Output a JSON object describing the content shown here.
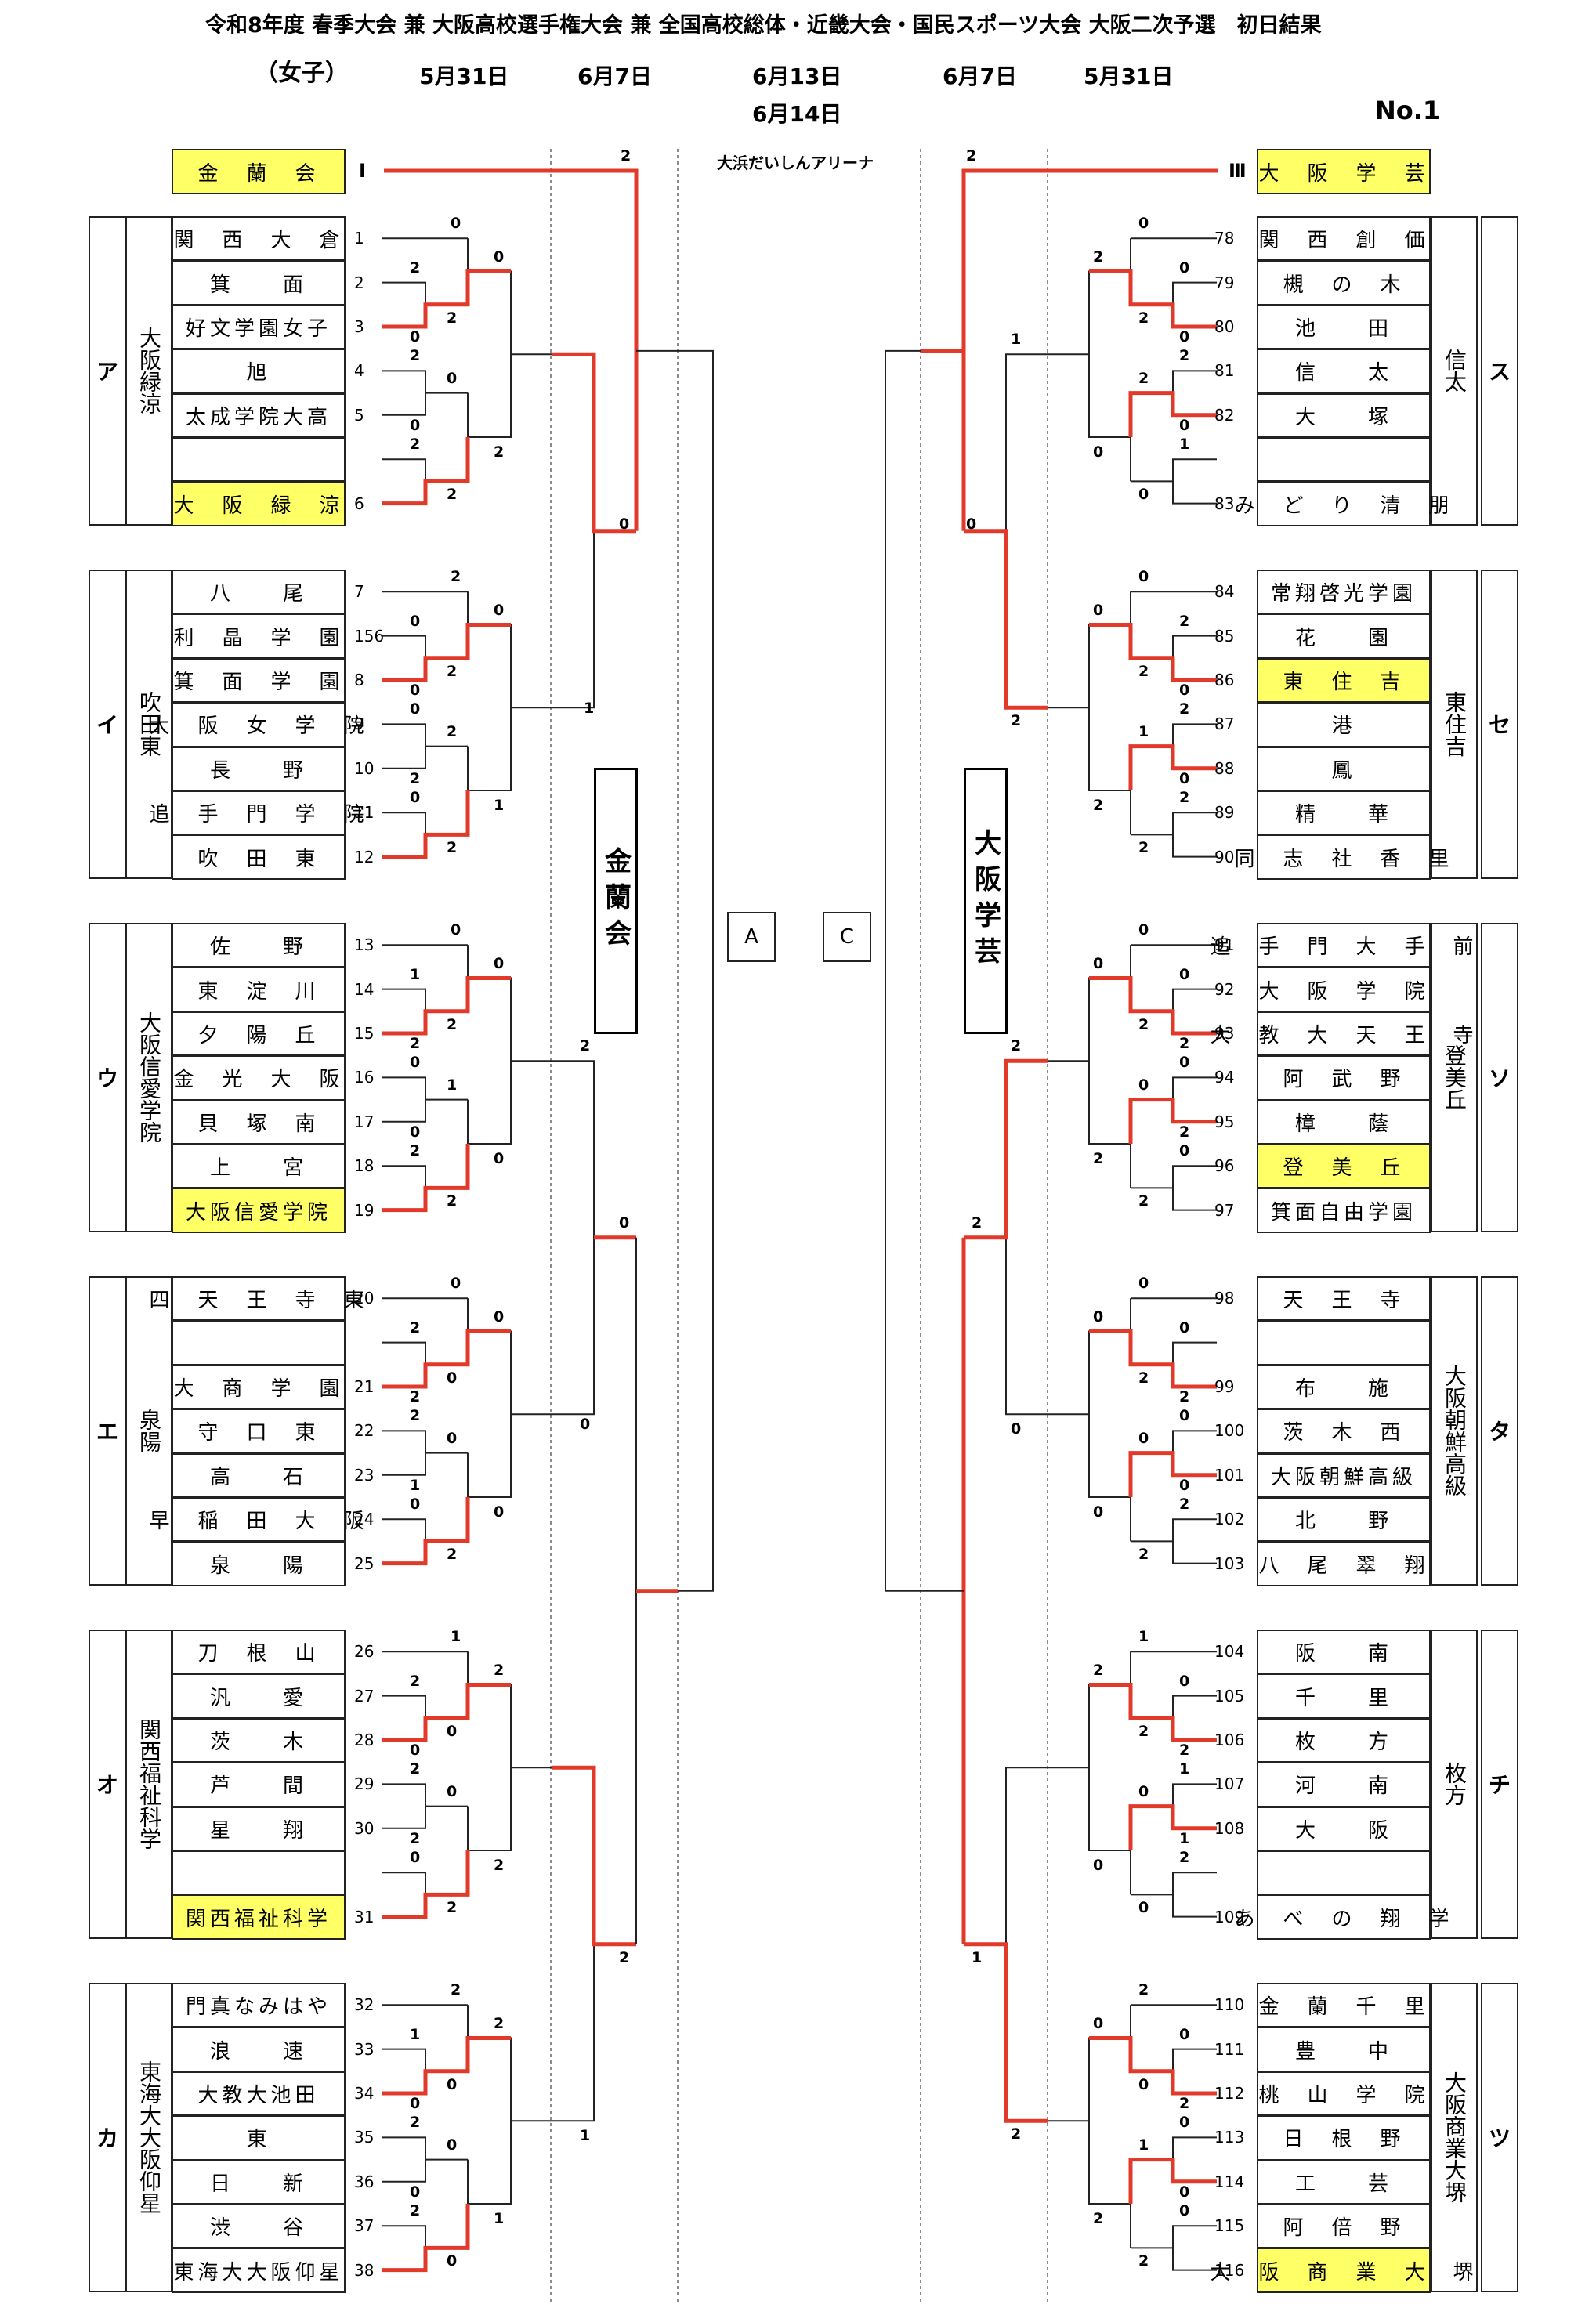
{
  "header": {
    "title": "令和8年度 春季大会 兼 大阪高校選手権大会 兼 全国高校総体・近畿大会・国民スポーツ大会 大阪二次予選　初日結果",
    "division": "（女子）",
    "page_no": "No.1",
    "venue": "大浜だいしんアリーナ",
    "dates": [
      "5月31日",
      "6月7日",
      "6月13日",
      "6月14日",
      "6月7日",
      "5月31日"
    ]
  },
  "seeds": {
    "left": {
      "name": "金　蘭　会",
      "mark": "Ⅰ",
      "highlight": true
    },
    "right": {
      "name": "大　阪　学　芸",
      "mark": "Ⅲ",
      "highlight": true
    }
  },
  "champions": {
    "left": "金蘭会",
    "right": "大阪学芸"
  },
  "final_boxes": {
    "left": "A",
    "right": "C"
  },
  "left_blocks": [
    {
      "code": "ア",
      "name": "大阪緑涼",
      "teams": [
        {
          "no": "1",
          "name": "関　西　大　倉",
          "hl": false
        },
        {
          "no": "2",
          "name": "箕　　面",
          "hl": false
        },
        {
          "no": "3",
          "name": "好文学園女子",
          "hl": false
        },
        {
          "no": "4",
          "name": "旭",
          "hl": false
        },
        {
          "no": "5",
          "name": "太成学院大高",
          "hl": false
        },
        {
          "no": "",
          "name": "",
          "hl": false
        },
        {
          "no": "6",
          "name": "大　阪　緑　涼",
          "hl": true
        }
      ]
    },
    {
      "code": "イ",
      "name": "吹田東",
      "teams": [
        {
          "no": "7",
          "name": "八　　尾",
          "hl": false
        },
        {
          "no": "156",
          "name": "利　晶　学　園",
          "hl": false
        },
        {
          "no": "8",
          "name": "箕　面　学　園",
          "hl": false
        },
        {
          "no": "9",
          "name": "大　阪　女　学　院",
          "hl": false
        },
        {
          "no": "10",
          "name": "長　　野",
          "hl": false
        },
        {
          "no": "11",
          "name": "追　手　門　学　院",
          "hl": false
        },
        {
          "no": "12",
          "name": "吹　田　東",
          "hl": false
        }
      ]
    },
    {
      "code": "ウ",
      "name": "大阪信愛学院",
      "teams": [
        {
          "no": "13",
          "name": "佐　　野",
          "hl": false
        },
        {
          "no": "14",
          "name": "東　淀　川",
          "hl": false
        },
        {
          "no": "15",
          "name": "夕　陽　丘",
          "hl": false
        },
        {
          "no": "16",
          "name": "金　光　大　阪",
          "hl": false
        },
        {
          "no": "17",
          "name": "貝　塚　南",
          "hl": false
        },
        {
          "no": "18",
          "name": "上　　宮",
          "hl": false
        },
        {
          "no": "19",
          "name": "大阪信愛学院",
          "hl": true
        }
      ]
    },
    {
      "code": "エ",
      "name": "泉陽",
      "teams": [
        {
          "no": "20",
          "name": "四　天　王　寺　東",
          "hl": false
        },
        {
          "no": "",
          "name": "",
          "hl": false
        },
        {
          "no": "21",
          "name": "大　商　学　園",
          "hl": false
        },
        {
          "no": "22",
          "name": "守　口　東",
          "hl": false
        },
        {
          "no": "23",
          "name": "高　　石",
          "hl": false
        },
        {
          "no": "24",
          "name": "早　稲　田　大　阪",
          "hl": false
        },
        {
          "no": "25",
          "name": "泉　　陽",
          "hl": false
        }
      ]
    },
    {
      "code": "オ",
      "name": "関西福祉科学",
      "teams": [
        {
          "no": "26",
          "name": "刀　根　山",
          "hl": false
        },
        {
          "no": "27",
          "name": "汎　　愛",
          "hl": false
        },
        {
          "no": "28",
          "name": "茨　　木",
          "hl": false
        },
        {
          "no": "29",
          "name": "芦　　間",
          "hl": false
        },
        {
          "no": "30",
          "name": "星　　翔",
          "hl": false
        },
        {
          "no": "",
          "name": "",
          "hl": false
        },
        {
          "no": "31",
          "name": "関西福祉科学",
          "hl": true
        }
      ]
    },
    {
      "code": "カ",
      "name": "東海大大阪仰星",
      "teams": [
        {
          "no": "32",
          "name": "門真なみはや",
          "hl": false
        },
        {
          "no": "33",
          "name": "浪　　速",
          "hl": false
        },
        {
          "no": "34",
          "name": "大教大池田",
          "hl": false
        },
        {
          "no": "35",
          "name": "東",
          "hl": false
        },
        {
          "no": "36",
          "name": "日　　新",
          "hl": false
        },
        {
          "no": "37",
          "name": "渋　　谷",
          "hl": false
        },
        {
          "no": "38",
          "name": "東海大大阪仰星",
          "hl": false
        }
      ]
    }
  ],
  "right_blocks": [
    {
      "code": "ス",
      "name": "信太",
      "teams": [
        {
          "no": "78",
          "name": "関　西　創　価",
          "hl": false
        },
        {
          "no": "79",
          "name": "槻　の　木",
          "hl": false
        },
        {
          "no": "80",
          "name": "池　　田",
          "hl": false
        },
        {
          "no": "81",
          "name": "信　　太",
          "hl": false
        },
        {
          "no": "82",
          "name": "大　　塚",
          "hl": false
        },
        {
          "no": "",
          "name": "",
          "hl": false
        },
        {
          "no": "83",
          "name": "み　ど　り　清　朋",
          "hl": false
        }
      ]
    },
    {
      "code": "セ",
      "name": "東住吉",
      "teams": [
        {
          "no": "84",
          "name": "常翔啓光学園",
          "hl": false
        },
        {
          "no": "85",
          "name": "花　　園",
          "hl": false
        },
        {
          "no": "86",
          "name": "東　住　吉",
          "hl": true
        },
        {
          "no": "87",
          "name": "港",
          "hl": false
        },
        {
          "no": "88",
          "name": "鳳",
          "hl": false
        },
        {
          "no": "89",
          "name": "精　　華",
          "hl": false
        },
        {
          "no": "90",
          "name": "同　志　社　香　里",
          "hl": false
        }
      ]
    },
    {
      "code": "ソ",
      "name": "登美丘",
      "teams": [
        {
          "no": "91",
          "name": "追　手　門　大　手　前",
          "hl": false
        },
        {
          "no": "92",
          "name": "大　阪　学　院",
          "hl": false
        },
        {
          "no": "93",
          "name": "大　教　大　天　王　寺",
          "hl": false
        },
        {
          "no": "94",
          "name": "阿　武　野",
          "hl": false
        },
        {
          "no": "95",
          "name": "樟　　蔭",
          "hl": false
        },
        {
          "no": "96",
          "name": "登　美　丘",
          "hl": true
        },
        {
          "no": "97",
          "name": "箕面自由学園",
          "hl": false
        }
      ]
    },
    {
      "code": "タ",
      "name": "大阪朝鮮高級",
      "teams": [
        {
          "no": "98",
          "name": "天　王　寺",
          "hl": false
        },
        {
          "no": "",
          "name": "",
          "hl": false
        },
        {
          "no": "99",
          "name": "布　　施",
          "hl": false
        },
        {
          "no": "100",
          "name": "茨　木　西",
          "hl": false
        },
        {
          "no": "101",
          "name": "大阪朝鮮高級",
          "hl": false
        },
        {
          "no": "102",
          "name": "北　　野",
          "hl": false
        },
        {
          "no": "103",
          "name": "八　尾　翠　翔",
          "hl": false
        }
      ]
    },
    {
      "code": "チ",
      "name": "枚方",
      "teams": [
        {
          "no": "104",
          "name": "阪　　南",
          "hl": false
        },
        {
          "no": "105",
          "name": "千　　里",
          "hl": false
        },
        {
          "no": "106",
          "name": "枚　　方",
          "hl": false
        },
        {
          "no": "107",
          "name": "河　　南",
          "hl": false
        },
        {
          "no": "108",
          "name": "大　　阪",
          "hl": false
        },
        {
          "no": "",
          "name": "",
          "hl": false
        },
        {
          "no": "109",
          "name": "あ　べ　の　翔　学",
          "hl": false
        }
      ]
    },
    {
      "code": "ツ",
      "name": "大阪商業大堺",
      "teams": [
        {
          "no": "110",
          "name": "金　蘭　千　里",
          "hl": false
        },
        {
          "no": "111",
          "name": "豊　　中",
          "hl": false
        },
        {
          "no": "112",
          "name": "桃　山　学　院",
          "hl": false
        },
        {
          "no": "113",
          "name": "日　根　野",
          "hl": false
        },
        {
          "no": "114",
          "name": "工　　芸",
          "hl": false
        },
        {
          "no": "115",
          "name": "阿　倍　野",
          "hl": false
        },
        {
          "no": "116",
          "name": "大　阪　商　業　大　堺",
          "hl": true
        }
      ]
    }
  ],
  "left_scores": [
    [
      "0",
      "2",
      "2",
      "0",
      "2",
      "0",
      "0",
      "2",
      "2",
      "0",
      "2"
    ],
    [
      "2",
      "0",
      "2",
      "0",
      "0",
      "2",
      "2",
      "0",
      "2",
      "0",
      "1"
    ],
    [
      "0",
      "1",
      "2",
      "2",
      "0",
      "1",
      "0",
      "2",
      "2",
      "0",
      "0"
    ],
    [
      "0",
      "2",
      "0",
      "2",
      "2",
      "0",
      "1",
      "0",
      "2",
      "0",
      "0"
    ],
    [
      "1",
      "2",
      "0",
      "0",
      "2",
      "0",
      "2",
      "0",
      "2",
      "2",
      "2"
    ],
    [
      "2",
      "1",
      "0",
      "0",
      "2",
      "0",
      "0",
      "2",
      "0",
      "2",
      "1"
    ]
  ],
  "right_scores": [
    [
      "0",
      "0",
      "2",
      "0",
      "2",
      "2",
      "0",
      "1",
      "0",
      "2",
      "0"
    ],
    [
      "0",
      "2",
      "2",
      "0",
      "2",
      "1",
      "0",
      "2",
      "2",
      "0",
      "2"
    ],
    [
      "0",
      "0",
      "2",
      "2",
      "0",
      "0",
      "2",
      "0",
      "2",
      "0",
      "2"
    ],
    [
      "0",
      "0",
      "2",
      "2",
      "0",
      "0",
      "0",
      "2",
      "2",
      "0",
      "0"
    ],
    [
      "1",
      "0",
      "2",
      "2",
      "1",
      "0",
      "1",
      "2",
      "0",
      "2",
      "0"
    ],
    [
      "2",
      "0",
      "0",
      "2",
      "0",
      "1",
      "0",
      "0",
      "2",
      "0",
      "2"
    ]
  ],
  "upper_scores": {
    "left": [
      "2",
      "0",
      "1",
      "2",
      "0",
      "0",
      "2",
      "1"
    ],
    "right": [
      "2",
      "0",
      "1",
      "2",
      "2",
      "0",
      "2",
      "1",
      "2"
    ]
  }
}
